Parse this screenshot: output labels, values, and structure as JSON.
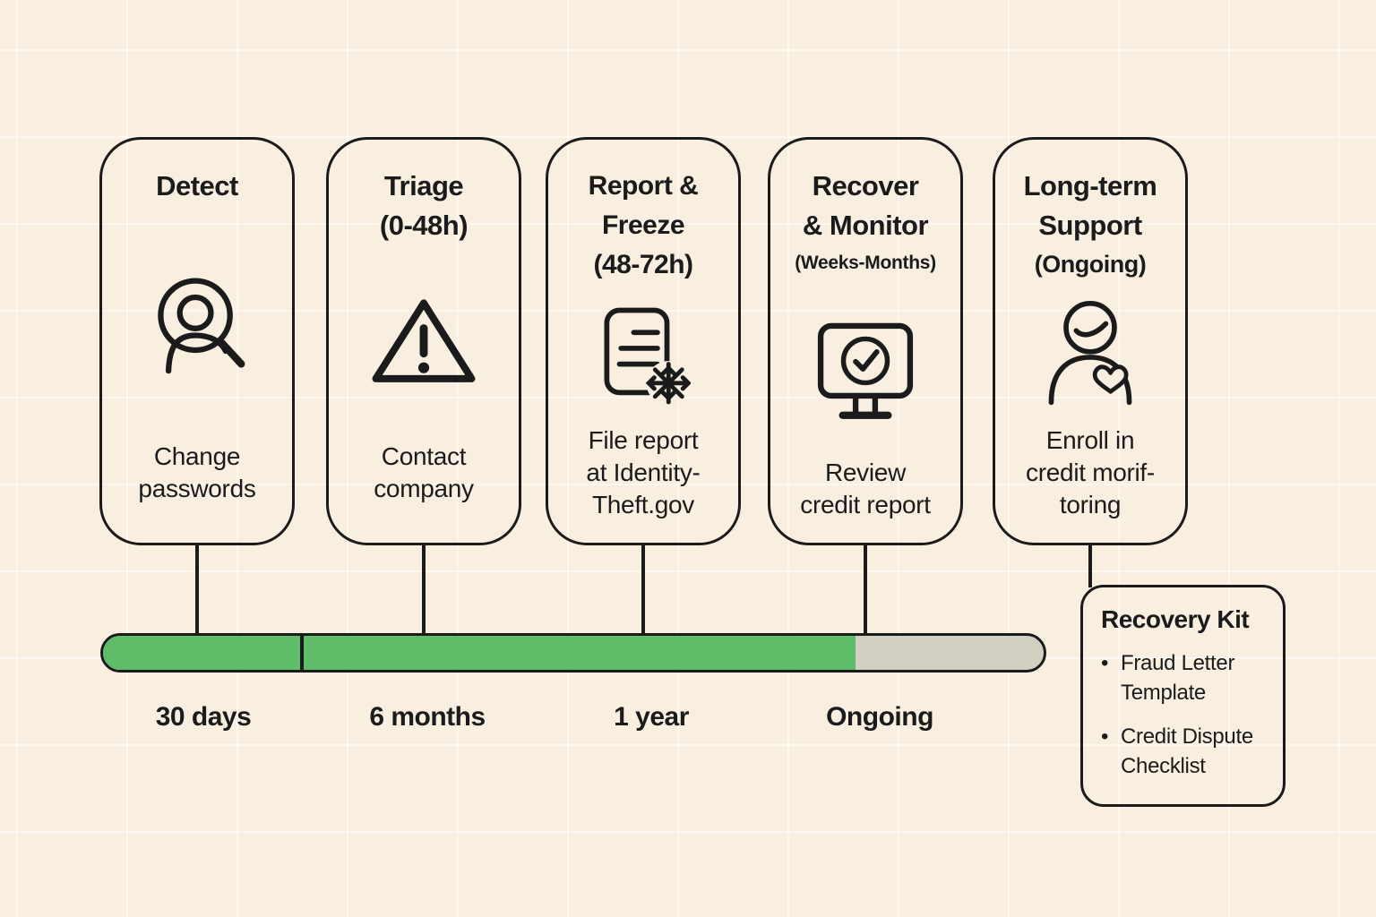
{
  "cards": [
    {
      "icon": "person-magnifier-icon",
      "title_lines": [
        "Detect"
      ],
      "body_lines": [
        "Change",
        "passwords"
      ]
    },
    {
      "icon": "warning-triangle-icon",
      "title_lines": [
        "Triage",
        "(0-48h)"
      ],
      "body_lines": [
        "Contact",
        "company"
      ]
    },
    {
      "icon": "document-snowflake-icon",
      "title_lines": [
        "Report &",
        "Freeze",
        "(48-72h)"
      ],
      "body_lines": [
        "File report",
        "at Identity-",
        "Theft.gov"
      ]
    },
    {
      "icon": "monitor-check-icon",
      "title_lines": [
        "Recover",
        "& Monitor"
      ],
      "subtitle": "(Weeks-Months)",
      "body_lines": [
        "Review",
        "credit report"
      ]
    },
    {
      "icon": "person-heart-icon",
      "title_lines": [
        "Long-term",
        "Support"
      ],
      "subtitle": "(Ongoing)",
      "body_lines": [
        "Enroll in",
        "credit morif-",
        "toring"
      ]
    }
  ],
  "timeline": {
    "labels": [
      "30 days",
      "6 months",
      "1 year",
      "Ongoing"
    ],
    "progress_color": "#5fbd6a",
    "remaining_color": "#d3cfc2"
  },
  "recovery_kit": {
    "title": "Recovery Kit",
    "bullet": "•",
    "items": [
      "Fraud Letter Template",
      "Credit Dispute Checklist"
    ]
  }
}
